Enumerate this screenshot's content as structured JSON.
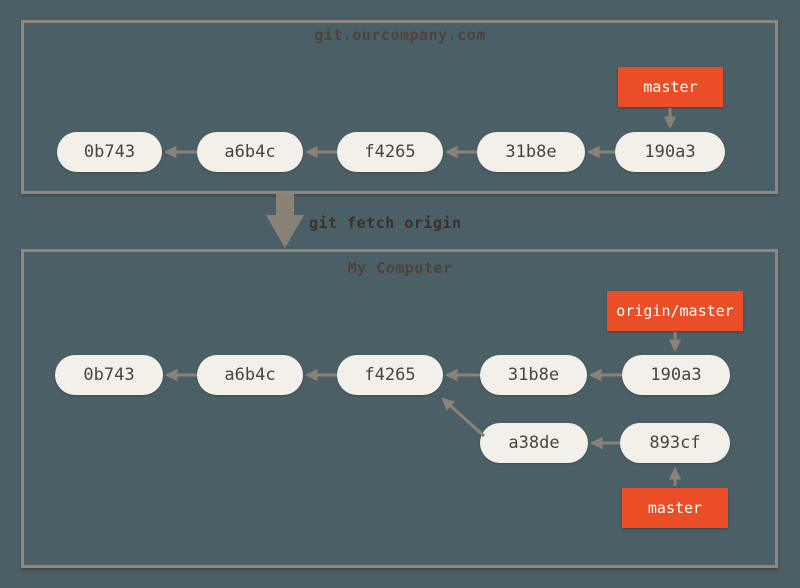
{
  "diagram": {
    "kind": "git-commit-graph",
    "background_color": "#4b5f66",
    "box_border_color": "#90887e",
    "arrow_color": "#8a8177",
    "node_fill_color": "#f2f0e8",
    "node_text_color": "#4c443b",
    "branch_label_fill_color": "#eb4e27",
    "branch_label_text_color": "#ffffff"
  },
  "remote": {
    "title": "git.ourcompany.com",
    "commits": [
      "0b743",
      "a6b4c",
      "f4265",
      "31b8e",
      "190a3"
    ],
    "branch_label": "master"
  },
  "transition": {
    "command": "git fetch origin"
  },
  "local": {
    "title": "My Computer",
    "commits": [
      "0b743",
      "a6b4c",
      "f4265",
      "31b8e",
      "190a3"
    ],
    "remote_branch_label": "origin/master",
    "feature_commits": [
      "a38de",
      "893cf"
    ],
    "branch_label": "master"
  }
}
